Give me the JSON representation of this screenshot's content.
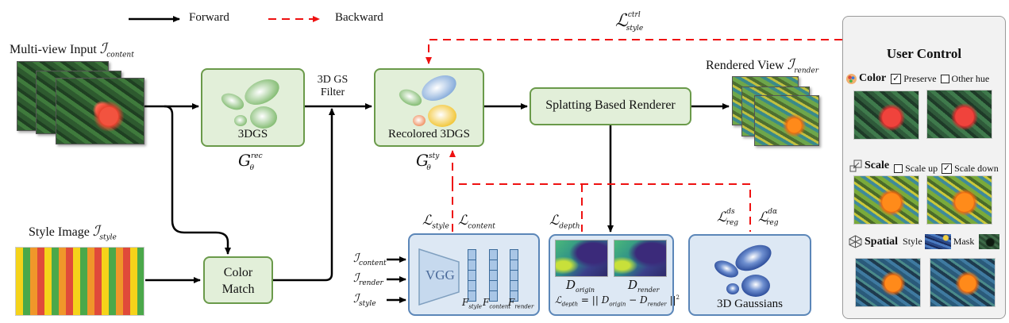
{
  "legend": {
    "forward_label": "Forward",
    "backward_label": "Backward",
    "colors": {
      "forward": "#000000",
      "backward": "#ee1111"
    }
  },
  "inputs": {
    "multiview": {
      "label": "Multi-view Input",
      "symbol": "I",
      "sub": "content"
    },
    "style": {
      "label": "Style Image",
      "symbol": "I",
      "sub": "style"
    }
  },
  "nodes": {
    "gs3d": {
      "label": "3DGS",
      "param": "G",
      "param_sub": "θ",
      "param_sup": "rec"
    },
    "filter": {
      "line1": "3D GS",
      "line2": "Filter"
    },
    "recolored": {
      "label": "Recolored 3DGS",
      "param": "G",
      "param_sub": "θ",
      "param_sup": "sty"
    },
    "renderer": {
      "label": "Splatting Based Renderer"
    },
    "color_match": {
      "line1": "Color",
      "line2": "Match"
    },
    "rendered_view": {
      "label": "Rendered View",
      "symbol": "I",
      "sub": "render"
    }
  },
  "losses": {
    "ctrl": {
      "symbol": "L",
      "sub": "style",
      "sup": "ctrl"
    },
    "style": {
      "symbol": "L",
      "sub": "style"
    },
    "content": {
      "symbol": "L",
      "sub": "content"
    },
    "depth": {
      "symbol": "L",
      "sub": "depth"
    },
    "reg_ds": {
      "symbol": "L",
      "sub": "reg",
      "sup": "ds"
    },
    "reg_da": {
      "symbol": "L",
      "sub": "reg",
      "sup": "dα"
    }
  },
  "vgg_module": {
    "network": "VGG",
    "inputs": [
      {
        "symbol": "I",
        "sub": "content"
      },
      {
        "symbol": "I",
        "sub": "render"
      },
      {
        "symbol": "I",
        "sub": "style"
      }
    ],
    "features": [
      {
        "symbol": "F",
        "sub": "style"
      },
      {
        "symbol": "F",
        "sub": "content"
      },
      {
        "symbol": "F",
        "sub": "render"
      }
    ]
  },
  "depth_module": {
    "maps": [
      {
        "symbol": "D",
        "sub": "origin"
      },
      {
        "symbol": "D",
        "sub": "render"
      }
    ],
    "equation": {
      "lhs": "L",
      "lhs_sub": "depth",
      "eq": " = || ",
      "a": "D",
      "a_sub": "origin",
      "minus": " − ",
      "b": "D",
      "b_sub": "render",
      "tail": " ||",
      "power": "2"
    }
  },
  "gaussians_module": {
    "label": "3D Gaussians"
  },
  "user_control": {
    "title": "User Control",
    "color": {
      "heading": "Color",
      "icon": "palette-icon",
      "options": [
        {
          "label": "Preserve",
          "checked": true
        },
        {
          "label": "Other hue",
          "checked": false
        }
      ]
    },
    "scale": {
      "heading": "Scale",
      "icon": "resize-icon",
      "options": [
        {
          "label": "Scale up",
          "checked": false
        },
        {
          "label": "Scale down",
          "checked": true
        }
      ]
    },
    "spatial": {
      "heading": "Spatial",
      "icon": "cube-icon",
      "style_label": "Style",
      "mask_label": "Mask"
    },
    "check_glyph": "✓"
  }
}
